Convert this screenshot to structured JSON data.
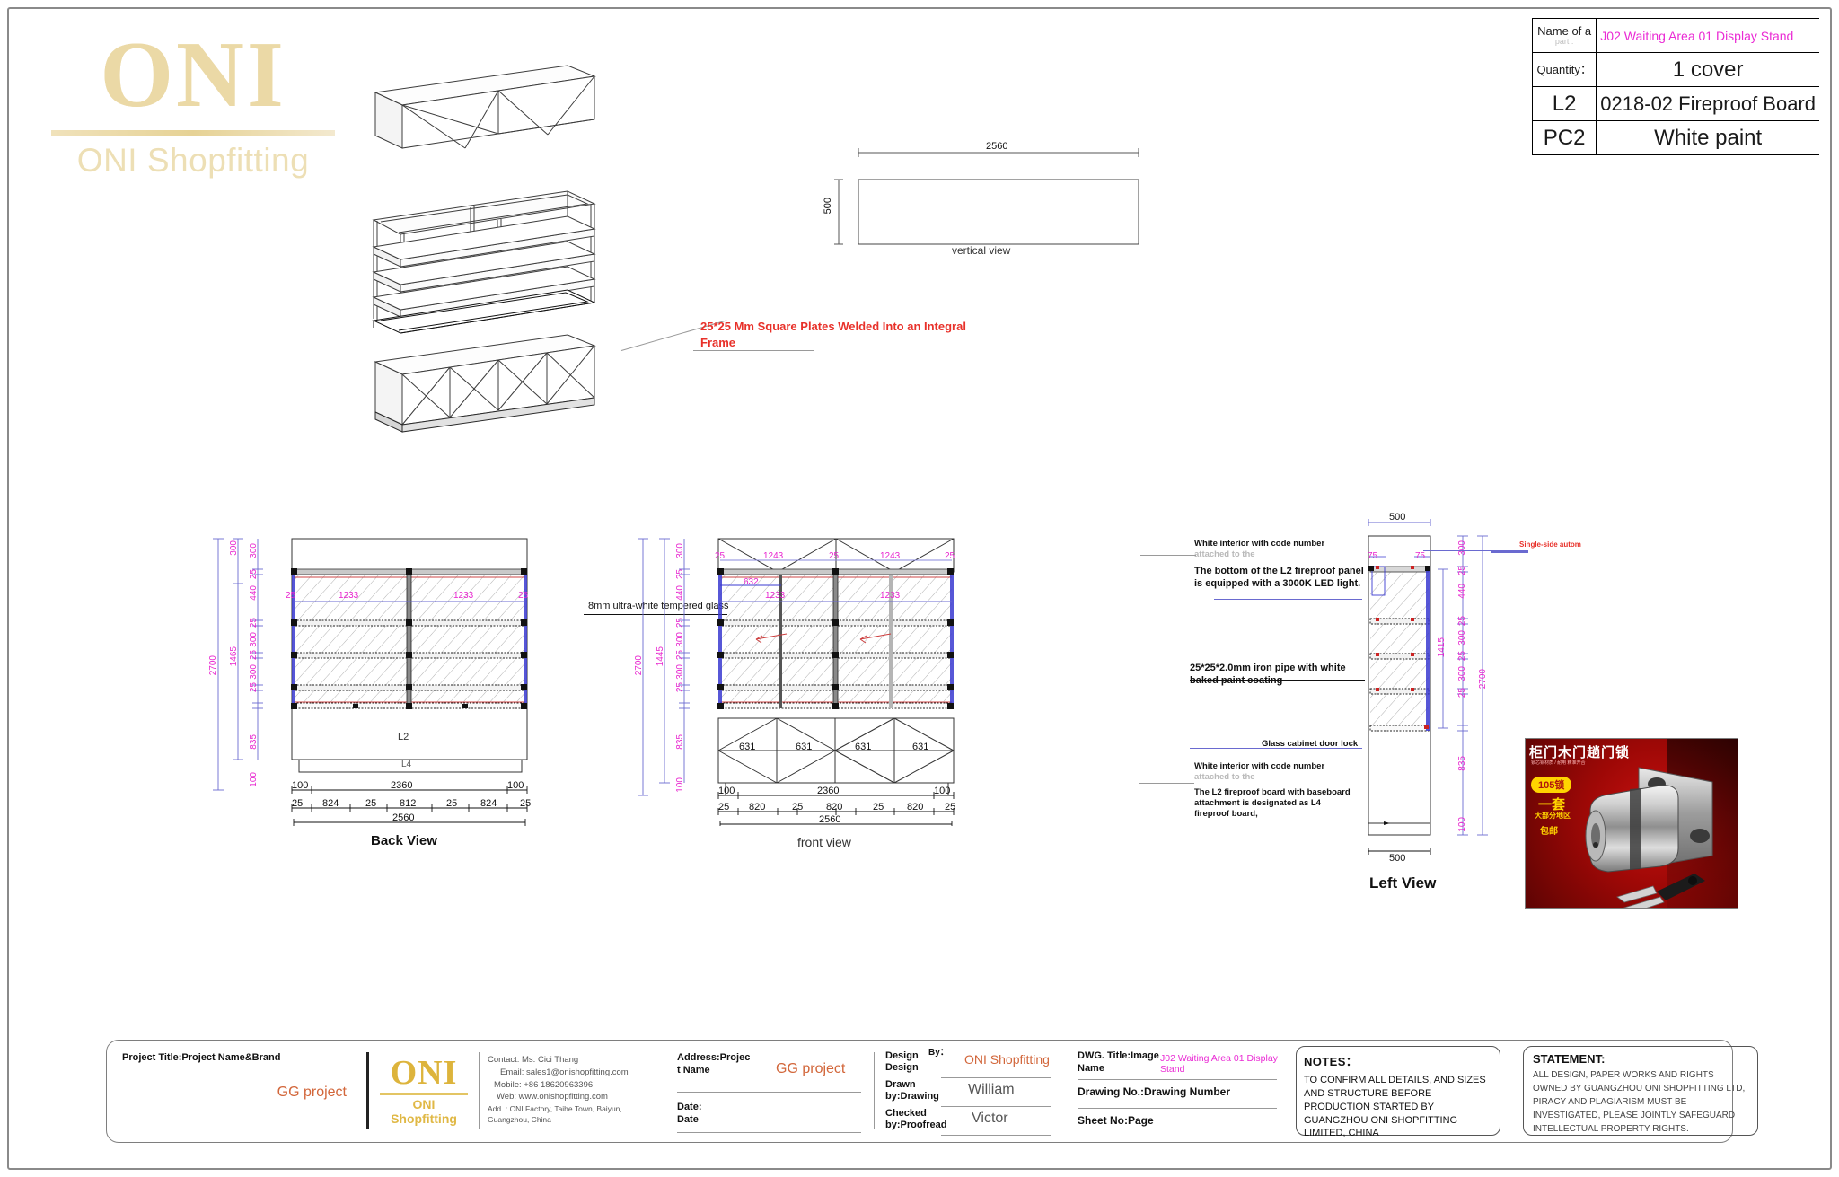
{
  "logo": {
    "main": "ONI",
    "sub": "ONI Shopfitting"
  },
  "title_block": {
    "rows": [
      {
        "label": "Name of a",
        "label_sub": "part :",
        "value": "J02 Waiting Area 01 Display Stand",
        "style": "magenta"
      },
      {
        "label": "Quantity：",
        "label_sub": "",
        "value": "1 cover",
        "style": "normal"
      },
      {
        "label": "L2",
        "label_sub": "",
        "value": "0218-02 Fireproof Board",
        "style": "left"
      },
      {
        "label": "PC2",
        "label_sub": "",
        "value": "White paint",
        "style": "normal"
      }
    ]
  },
  "iso_views": {
    "note_red": "25*25 Mm Square Plates Welded Into an Integral Frame"
  },
  "vertical_view": {
    "caption": "vertical view",
    "width_dim": "2560",
    "height_dim": "500"
  },
  "back_view": {
    "caption": "Back View",
    "note_glass": "8mm ultra-white tempered glass",
    "shelf_label": "L2",
    "base_label": "L4",
    "vert_dims_outer": [
      "300",
      "1465",
      "835",
      "100"
    ],
    "vert_dims_total": "2700",
    "vert_chain": [
      "300",
      "25",
      "440",
      "25",
      "300",
      "25",
      "300",
      "25",
      "835",
      "100"
    ],
    "inner_width_dims": [
      "1233",
      "1233"
    ],
    "inner_side_dims": [
      "25",
      "25"
    ],
    "bottom_chain_1": [
      "100",
      "2360",
      "100"
    ],
    "bottom_chain_2": [
      "25",
      "824",
      "25",
      "812",
      "25",
      "824",
      "25"
    ],
    "bottom_total": "2560"
  },
  "front_view": {
    "caption": "front view",
    "vert_dims_total": "2700",
    "vert_mid": "1445",
    "vert_chain": [
      "300",
      "25",
      "440",
      "25",
      "300",
      "25",
      "300",
      "25",
      "835",
      "100"
    ],
    "top_chain": [
      "25",
      "1243",
      "25",
      "1243",
      "25"
    ],
    "glass_dims": [
      "632",
      "1233",
      "1233"
    ],
    "door_dims": [
      "631",
      "631",
      "631",
      "631"
    ],
    "bottom_chain_1": [
      "100",
      "2360",
      "100"
    ],
    "bottom_chain_2": [
      "25",
      "820",
      "25",
      "820",
      "25",
      "820",
      "25"
    ],
    "bottom_total": "2560",
    "callouts": [
      {
        "title": "White interior with code number",
        "fade": "attached to the",
        "body": "The bottom of the L2 fireproof panel is equipped with a 3000K LED light."
      },
      {
        "title": "",
        "fade": "",
        "body": "25*25*2.0mm iron pipe with white baked paint coating"
      },
      {
        "title": "",
        "fade": "",
        "body": "Glass cabinet door lock"
      },
      {
        "title": "White interior with code number",
        "fade": "attached to the",
        "body": "The L2 fireproof board with baseboard attachment is designated as L4 fireproof board,"
      }
    ]
  },
  "left_view": {
    "caption": "Left View",
    "width_top": "500",
    "width_bottom": "500",
    "vert_total": "2700",
    "vert_mid": "1415",
    "vert_chain": [
      "300",
      "25",
      "440",
      "25",
      "300",
      "25",
      "300",
      "25",
      "835",
      "100"
    ],
    "inner_marks": [
      "75",
      "75"
    ],
    "note_red": "Single-side autom"
  },
  "lock_photo": {
    "cn_title": "柜门木门趟门锁",
    "cn_sub": "锁芯铜材质 / 耐用 精准开合",
    "badge": "105锁",
    "yi": "一套",
    "tao": "大部分地区",
    "free": "包邮"
  },
  "footer": {
    "project": {
      "label": "Project Title:Project Name&Brand",
      "value": "GG project"
    },
    "company_logo": {
      "main": "ONI",
      "sub": "ONI Shopfitting"
    },
    "contact": {
      "line1": "Contact: Ms. Cici Thang",
      "line2": "Email: sales1@onishopfitting.com",
      "line3": "Mobile: +86 18620963396",
      "line4": "Web: www.onishopfitting.com",
      "line5": "Add. : ONI Factory, Taihe Town, Baiyun,",
      "line6": "Guangzhou, China"
    },
    "address": {
      "label_1": "Address:Projec",
      "label_2": "t Name",
      "value": "GG project",
      "date_label_1": "Date:",
      "date_label_2": "Date"
    },
    "design": {
      "design_label_1": "Design",
      "design_label_by": "By：",
      "design_label_2": "Design",
      "design_value": "ONI Shopfitting",
      "drawn_label_1": "Drawn",
      "drawn_label_2": "by:Drawing",
      "drawn_value": "William",
      "checked_label_1": "Checked",
      "checked_label_2": "by:Proofread",
      "checked_value": "Victor"
    },
    "dwg": {
      "title_label_1": "DWG. Title:Image",
      "title_label_2": "Name",
      "title_value": "J02 Waiting Area 01 Display Stand",
      "no_label": "Drawing No.:Drawing Number",
      "sheet_label": "Sheet No:Page"
    },
    "notes": {
      "title": "NOTES：",
      "body": "TO CONFIRM ALL DETAILS, AND SIZES AND STRUCTURE BEFORE PRODUCTION STARTED BY GUANGZHOU ONI SHOPFITTING LIMITED, CHINA"
    },
    "statement": {
      "title": "STATEMENT:",
      "body": "ALL DESIGN, PAPER WORKS AND RIGHTS OWNED BY GUANGZHOU ONI SHOPFITTING LTD, PIRACY AND PLAGIARISM MUST BE INVESTIGATED, PLEASE JOINTLY SAFEGUARD INTELLECTUAL PROPERTY RIGHTS."
    }
  },
  "colors": {
    "gold": "#e8d49a",
    "magenta": "#ea2ad4",
    "red": "#e8312a",
    "orange": "#d2663a",
    "blue": "#3a3ad0"
  }
}
